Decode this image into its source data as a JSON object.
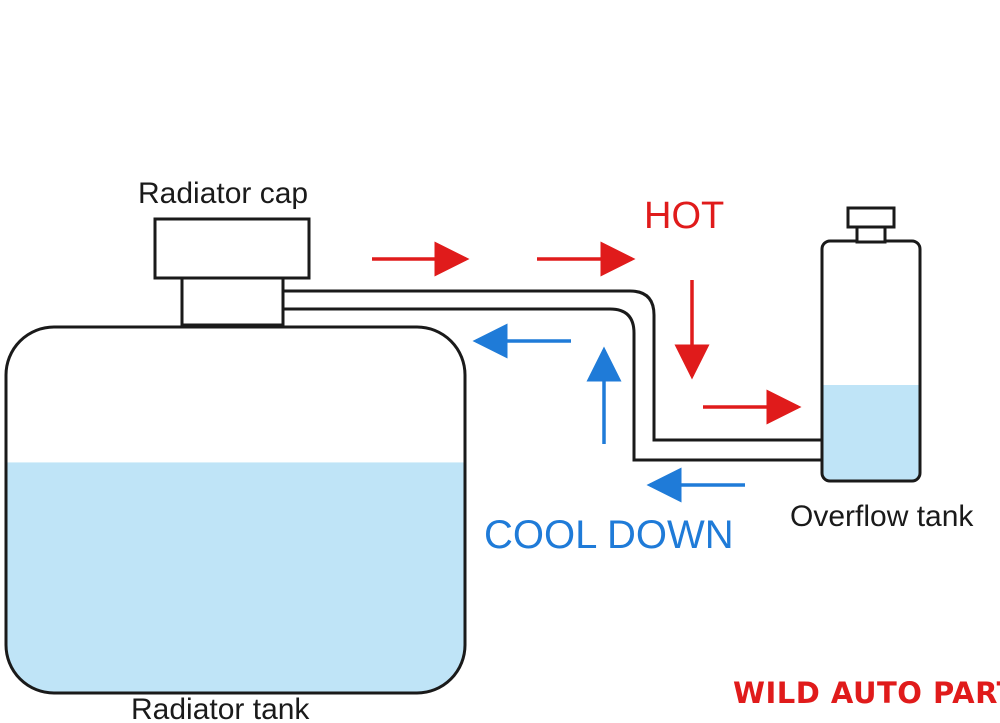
{
  "labels": {
    "radiator_cap": "Radiator cap",
    "radiator_tank": "Radiator tank",
    "overflow_tank": "Overflow tank",
    "hot": "HOT",
    "cool_down": "COOL DOWN"
  },
  "watermark": "WILD AUTO PARTS",
  "colors": {
    "hot": "#e01b1b",
    "cool": "#1f7bd8",
    "coolant": "#bfe4f7",
    "outline": "#1a1a1a"
  },
  "levels": {
    "radiator_tank_fill_fraction": 0.63,
    "overflow_tank_fill_fraction": 0.4
  }
}
